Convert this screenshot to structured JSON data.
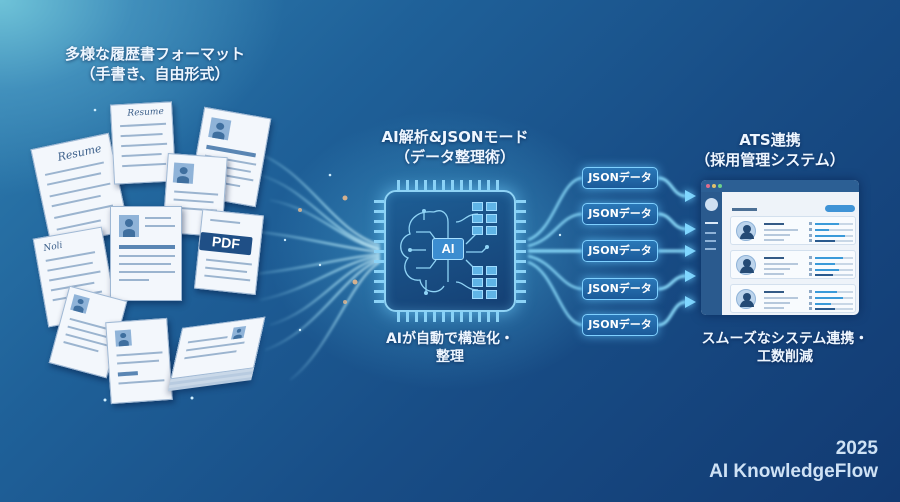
{
  "sections": {
    "input": {
      "title_line1": "多様な履歴書フォーマット",
      "title_line2": "（手書き、自由形式）",
      "doc_labels": {
        "resume_1": "Resume",
        "resume_2": "Resume",
        "handwritten_note": "Noli",
        "pdf_tag": "PDF"
      }
    },
    "processing": {
      "title_line1": "AI解析&JSONモード",
      "title_line2": "（データ整理術）",
      "chip_label": "AI",
      "caption_line1": "AIが自動で構造化・",
      "caption_line2": "整理"
    },
    "outputs": {
      "json_items": [
        "JSONデータ",
        "JSONデータ",
        "JSONデータ",
        "JSONデータ",
        "JSONデータ"
      ]
    },
    "destination": {
      "title_line1": "ATS連携",
      "title_line2": "（採用管理システム）",
      "caption_line1": "スムーズなシステム連携・",
      "caption_line2": "工数削減",
      "window_dots": [
        "#e06c8c",
        "#e0c16c",
        "#6cd08c"
      ],
      "candidate_count": 3
    }
  },
  "branding": {
    "year": "2025",
    "name": "AI KnowledgeFlow"
  },
  "colors": {
    "background_light": "#6fc3d8",
    "background_dark": "#123a72",
    "glow": "#7fd6ff",
    "chip_border": "#8fd3f5",
    "pdf_tag": "#1f4f86"
  }
}
